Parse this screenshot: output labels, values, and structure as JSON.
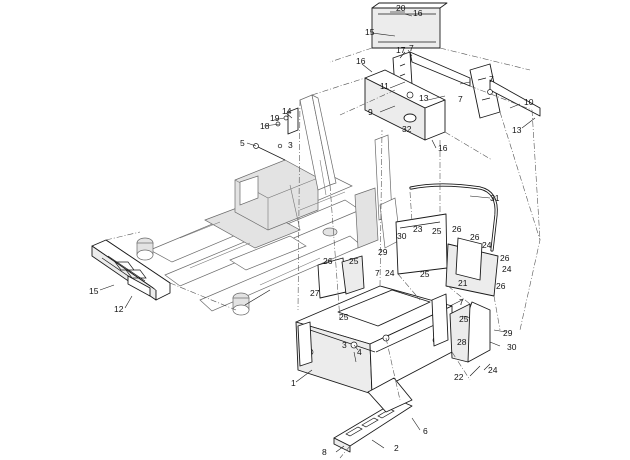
{
  "callouts": [
    {
      "id": "c20",
      "label": "20"
    },
    {
      "id": "c16a",
      "label": "16"
    },
    {
      "id": "c15a",
      "label": "15"
    },
    {
      "id": "c17",
      "label": "17"
    },
    {
      "id": "c7a",
      "label": "7"
    },
    {
      "id": "c16b",
      "label": "16"
    },
    {
      "id": "c11",
      "label": "11"
    },
    {
      "id": "c13a",
      "label": "13"
    },
    {
      "id": "c7b",
      "label": "7"
    },
    {
      "id": "c7c",
      "label": "7"
    },
    {
      "id": "c10",
      "label": "10"
    },
    {
      "id": "c9",
      "label": "9"
    },
    {
      "id": "c32",
      "label": "32"
    },
    {
      "id": "c13b",
      "label": "13"
    },
    {
      "id": "c16c",
      "label": "16"
    },
    {
      "id": "c14",
      "label": "14"
    },
    {
      "id": "c19",
      "label": "19"
    },
    {
      "id": "c18",
      "label": "18"
    },
    {
      "id": "c5",
      "label": "5"
    },
    {
      "id": "c3a",
      "label": "3"
    },
    {
      "id": "c31",
      "label": "31"
    },
    {
      "id": "c23",
      "label": "23"
    },
    {
      "id": "c25a",
      "label": "25"
    },
    {
      "id": "c26a",
      "label": "26"
    },
    {
      "id": "c26b",
      "label": "26"
    },
    {
      "id": "c24a",
      "label": "24"
    },
    {
      "id": "c30a",
      "label": "30"
    },
    {
      "id": "c29a",
      "label": "29"
    },
    {
      "id": "c24b",
      "label": "24"
    },
    {
      "id": "c26c",
      "label": "26"
    },
    {
      "id": "c25b",
      "label": "25"
    },
    {
      "id": "c7d",
      "label": "7"
    },
    {
      "id": "c25c",
      "label": "25"
    },
    {
      "id": "c26d",
      "label": "26"
    },
    {
      "id": "c24c",
      "label": "24"
    },
    {
      "id": "c21",
      "label": "21"
    },
    {
      "id": "c26e",
      "label": "26"
    },
    {
      "id": "c27",
      "label": "27"
    },
    {
      "id": "c15b",
      "label": "15"
    },
    {
      "id": "c12",
      "label": "12"
    },
    {
      "id": "c7e",
      "label": "7"
    },
    {
      "id": "c25d",
      "label": "25"
    },
    {
      "id": "c25e",
      "label": "25"
    },
    {
      "id": "c3b",
      "label": "3"
    },
    {
      "id": "c4",
      "label": "4"
    },
    {
      "id": "c29b",
      "label": "29"
    },
    {
      "id": "c28",
      "label": "28"
    },
    {
      "id": "c30b",
      "label": "30"
    },
    {
      "id": "c1",
      "label": "1"
    },
    {
      "id": "c22",
      "label": "22"
    },
    {
      "id": "c24d",
      "label": "24"
    },
    {
      "id": "c6",
      "label": "6"
    },
    {
      "id": "c2",
      "label": "2"
    },
    {
      "id": "c8",
      "label": "8"
    }
  ]
}
